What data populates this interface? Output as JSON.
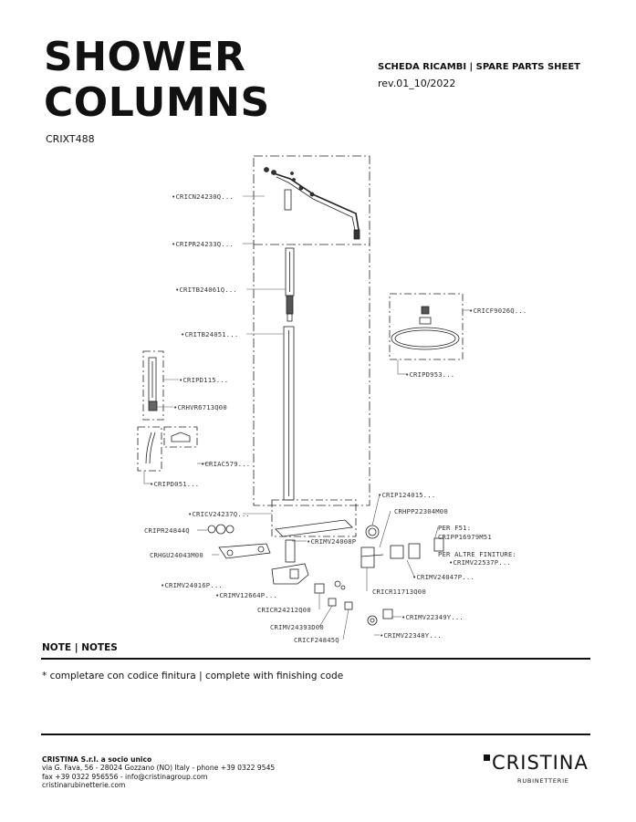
{
  "header": {
    "title_line1": "SHOWER",
    "title_line2": "COLUMNS",
    "product_code": "CRIXT488",
    "sheet_title": "SCHEDA RICAMBI | SPARE PARTS SHEET",
    "revision": "rev.01_10/2022"
  },
  "parts": [
    "•CRICN24230Q...",
    "•CRIPR24233Q...",
    "•CRITB24061Q...",
    "•CRITB24051...",
    "•CRIPD115...",
    "•CRHVR6713Q00",
    "•CRIAC579...",
    "•CRIPD051...",
    "•CRICF9026Q...",
    "•CRIPD953...",
    "•CRICV24237Q...",
    "CRIPR24844Q",
    "CRHGU24043M00",
    "•CRIMV24016P...",
    "•CRIMV12664P...",
    "•CRIMV24008P",
    "•CRIP124015...",
    "CRHPP22304M00",
    "PER F51:",
    "CRIPP16979M51",
    "PER ALTRE FINITURE:",
    "•CRIMV22537P...",
    "•CRIMV24047P...",
    "CRICR11713Q00",
    "CRICR24212Q00",
    "CRIMV24393D00",
    "CRICF24845Q",
    "•CRIMV22349Y...",
    "•CRIMV22348Y..."
  ],
  "notes": {
    "heading": "NOTE | NOTES",
    "text": "* completare con codice finitura  | complete with finishing code"
  },
  "footer": {
    "company": "CRISTINA S.r.l. a socio unico",
    "address": "via G. Fava, 56 - 28024 Gozzano (NO) Italy - phone +39 0322 9545",
    "contact": "fax +39 0322 956556 - info@cristinagroup.com",
    "website": "cristinarubinetterie.com",
    "logo_text": "CRISTINA",
    "logo_sub": "RUBINETTERIE"
  }
}
